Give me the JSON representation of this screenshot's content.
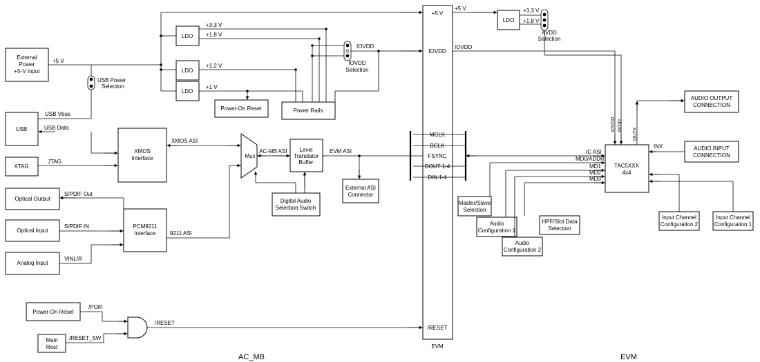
{
  "blocks": {
    "ext_power": [
      "External",
      "Power",
      "+5-V Input"
    ],
    "usb": "USB",
    "xtag": "XTAG",
    "optical_output": "Optical Output",
    "optical_input": "Optical Input",
    "analog_input": "Analog Input",
    "power_on_reset_left": "Power-On Reset",
    "main_rest": [
      "Main",
      "Rest"
    ],
    "ldo": "LDO",
    "power_on_reset": "Power-On Reset",
    "power_rails": "Power Rails",
    "xmos": [
      "XMOS",
      "Interface"
    ],
    "pcm9211": [
      "PCM9211",
      "Interface"
    ],
    "mux": "Mux",
    "level_translator": [
      "Level",
      "Translator",
      "Buffer"
    ],
    "digital_audio_switch": [
      "Digital Audio",
      "Selection Switch"
    ],
    "external_asi": [
      "External ASI",
      "Connector"
    ],
    "ldo_right": "LDO",
    "tac5xxx": [
      "TAC5XXX",
      "4x4"
    ],
    "audio_output_conn": [
      "AUDIO OUTPUT",
      "CONNECTION"
    ],
    "audio_input_conn": [
      "AUDIO INPUT",
      "CONNECTION"
    ],
    "master_slave": [
      "Master/Slave",
      "Selection"
    ],
    "audio_config1": [
      "Audio",
      "Configuration 1"
    ],
    "audio_config2": [
      "Audio",
      "Configuration 2"
    ],
    "hpf_slot": [
      "HPF/Slot Data",
      "Selection"
    ],
    "input_ch_config2": [
      "Input Channel",
      "Configuration 2"
    ],
    "input_ch_config1": [
      "Input Channel",
      "Configuration 1"
    ]
  },
  "evm_pins": {
    "p5v": "+5 V",
    "iovdd": "IOVDD",
    "mclk": "MCLK",
    "bclk": "BCLK",
    "fsync": "FSYNC",
    "dout": "DOUT 1-4",
    "din": "DIN 1-4",
    "reset": "/RESET"
  },
  "signals": {
    "p5v_ext": "+5 V",
    "usb_vbus": "USB Vbus",
    "usb_data": "USB Data",
    "jtag": "JTAG",
    "spdif_out": "S/PDIF Out",
    "spdif_in": "S/PDIF IN",
    "vinl_r": "VINL/R",
    "xmos_asi": "XMOS ASI",
    "acmb_asi": "AC-MB ASI",
    "evm_asi": "EVM ASI",
    "asi_9211": "9211 ASI",
    "por": "/POR",
    "reset_sw": "/RESET_SW",
    "reset": "/RESET",
    "v33": "+3.3 V",
    "v18": "+1.8 V",
    "v12": "+1.2 V",
    "v1": "+1 V",
    "iovdd": "IOVDD",
    "p5v_right": "+5 V",
    "v33_right": "+3.3 V",
    "v18_right": "+1.8 V",
    "iovdd_right": "IOVDD",
    "ic_asi": "IC ASI",
    "md0": "MD0/ADDR",
    "md1": "MD1",
    "md2": "MD2",
    "md3": "MD3",
    "inx": "INX",
    "pin_iovdd": "IOVDD",
    "pin_avdd": "AVDD",
    "pin_outx": "OUTX"
  },
  "selections": {
    "usb_power": [
      "USB Power",
      "Selection"
    ],
    "iovdd_sel": [
      "IOVDD",
      "Selection"
    ],
    "avdd_sel": [
      "AVDD",
      "Selection"
    ]
  },
  "footer": {
    "ac_mb": "AC_MB",
    "evm_bottom": "EVM",
    "evm_right": "EVM"
  }
}
